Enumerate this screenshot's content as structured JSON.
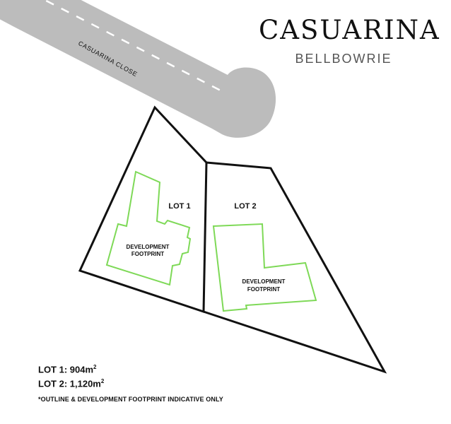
{
  "brand": {
    "title": "CASUARINA",
    "subtitle": "BELLBOWRIE"
  },
  "road": {
    "name": "CASUARINA CLOSE"
  },
  "lots": [
    {
      "label": "LOT 1",
      "footprint_label_line1": "DEVELOPMENT",
      "footprint_label_line2": "FOOTPRINT",
      "area_label": "LOT 1: 904m",
      "area_sup": "2"
    },
    {
      "label": "LOT 2",
      "footprint_label_line1": "DEVELOPMENT",
      "footprint_label_line2": "FOOTPRINT",
      "area_label": "LOT 2: 1,120m",
      "area_sup": "2"
    }
  ],
  "disclaimer": "*OUTLINE & DEVELOPMENT FOOTPRINT INDICATIVE ONLY",
  "colors": {
    "road": "#bcbcbc",
    "road_dash": "#ffffff",
    "boundary": "#111111",
    "footprint": "#7ed957"
  }
}
